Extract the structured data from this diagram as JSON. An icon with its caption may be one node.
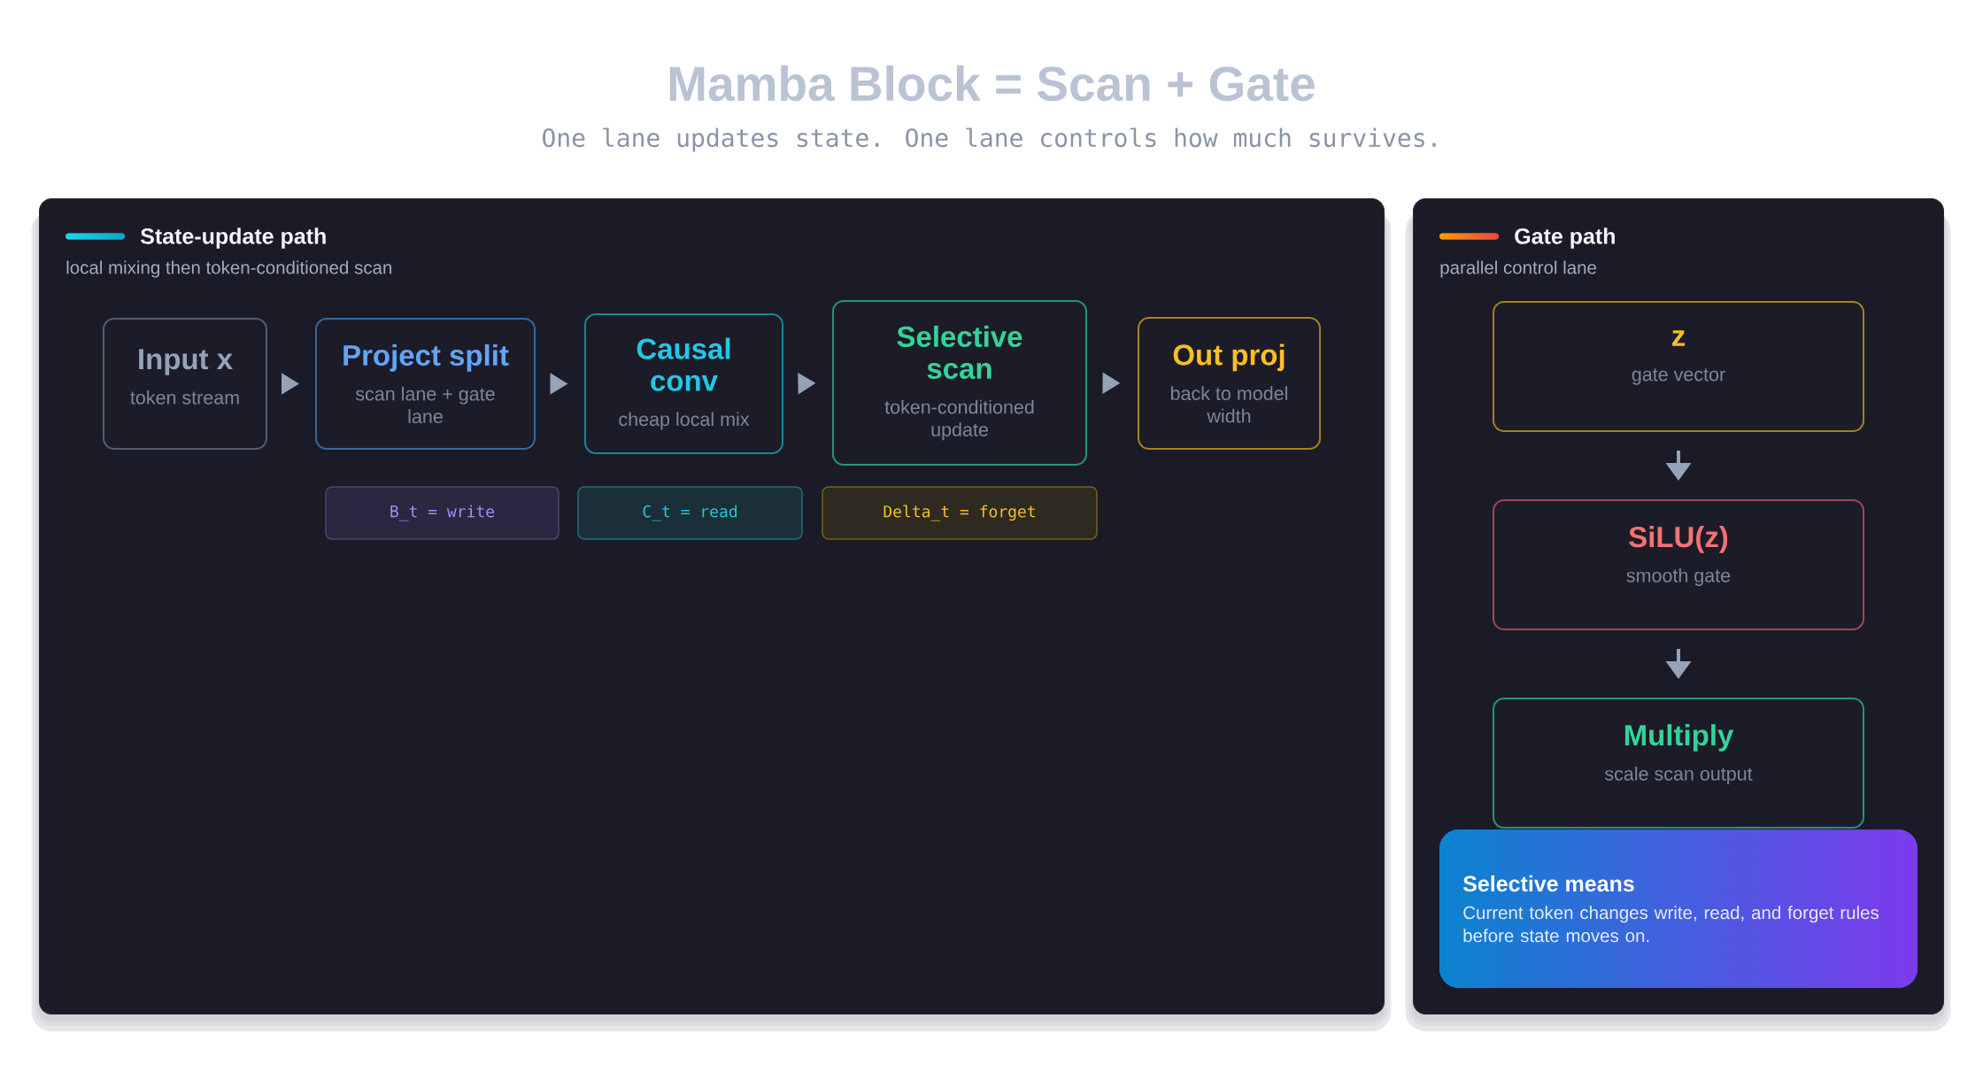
{
  "diagram": {
    "title": "Mamba Block = Scan + Gate",
    "nodes": [
      {
        "text": [
          "State-update path",
          "local mixing then token-conditioned scan"
        ]
      },
      {
        "text": [
          "Input x",
          "token stream"
        ],
        "in": 0
      },
      {
        "text": [
          "Project split",
          "scan lane + gate lane"
        ],
        "in": 0
      },
      {
        "text": [
          "Causal conv",
          "cheap local mix"
        ],
        "in": 0
      },
      {
        "text": [
          "Selective scan",
          "token-conditioned update"
        ],
        "in": 0
      },
      {
        "text": [
          "Out proj",
          "back to model width"
        ],
        "in": 0
      },
      {
        "text": [
          "B_t = write"
        ],
        "in": 0
      },
      {
        "text": [
          "C_t = read"
        ],
        "in": 0
      },
      {
        "text": [
          "Delta_t = forget"
        ],
        "in": 0
      },
      {
        "text": [
          "Gate path",
          "parallel control lane"
        ]
      },
      {
        "text": [
          "z",
          "gate vector"
        ],
        "in": 9
      },
      {
        "text": [
          "SiLU(z)",
          "smooth gate"
        ],
        "in": 9
      },
      {
        "text": [
          "Multiply",
          "scale scan output"
        ],
        "in": 9
      },
      {
        "text": [
          "Selective means",
          "Current token changes write, read, and forget rules before state moves on."
        ],
        "in": 9
      }
    ],
    "edges": [
      {
        "from": 1,
        "to": 2,
        "arrow": "to"
      },
      {
        "from": 2,
        "to": 3,
        "arrow": "to"
      },
      {
        "from": 3,
        "to": 4,
        "arrow": "to"
      },
      {
        "from": 4,
        "to": 5,
        "arrow": "to"
      },
      {
        "from": 10,
        "to": 11,
        "arrow": "to"
      },
      {
        "from": 11,
        "to": 12,
        "arrow": "to"
      }
    ],
    "labels": [
      "One lane updates state. One lane controls how much survives."
    ]
  }
}
